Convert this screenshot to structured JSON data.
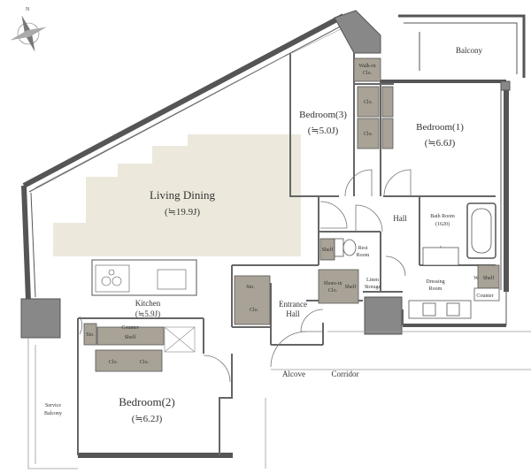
{
  "compass": {
    "north_label": "N"
  },
  "rooms": {
    "living_dining": {
      "label": "Living Dining",
      "size": "(≒19.9J)"
    },
    "kitchen": {
      "label": "Kitchen",
      "size": "(≒5.9J)"
    },
    "bedroom1": {
      "label": "Bedroom(1)",
      "size": "(≒6.6J)"
    },
    "bedroom2": {
      "label": "Bedroom(2)",
      "size": "(≒6.2J)"
    },
    "bedroom3": {
      "label": "Bedroom(3)",
      "size": "(≒5.0J)"
    },
    "hall": {
      "label": "Hall"
    },
    "entrance_hall": {
      "label1": "Entrance",
      "label2": "Hall"
    },
    "rest_room": {
      "label1": "Rest",
      "label2": "Room"
    },
    "bath_room": {
      "label": "Bath Room",
      "size": "(1620)"
    },
    "dressing_room": {
      "label1": "Dressing",
      "label2": "Room"
    },
    "balcony": {
      "label": "Balcony"
    },
    "service_balcony": {
      "label1": "Service",
      "label2": "Balcony"
    },
    "alcove": {
      "label": "Alcove"
    },
    "corridor": {
      "label": "Corridor"
    }
  },
  "fixtures": {
    "walk_in_clo": {
      "label1": "Walk-in",
      "label2": "Clo."
    },
    "clo": "Clo.",
    "sto": "Sto.",
    "shelf": "Shelf",
    "counter": "Counter",
    "shoes_in_clo": {
      "label1": "Shoes-in",
      "label2": "Clo."
    },
    "linen_storage": {
      "label1": "Linen",
      "label2": "Storage"
    },
    "w": "W"
  },
  "colors": {
    "wall": "#555555",
    "wall_fill": "#e4e4e4",
    "living_highlight": "#ece9dc",
    "storage": "#a9a397",
    "pillar": "#888888"
  }
}
